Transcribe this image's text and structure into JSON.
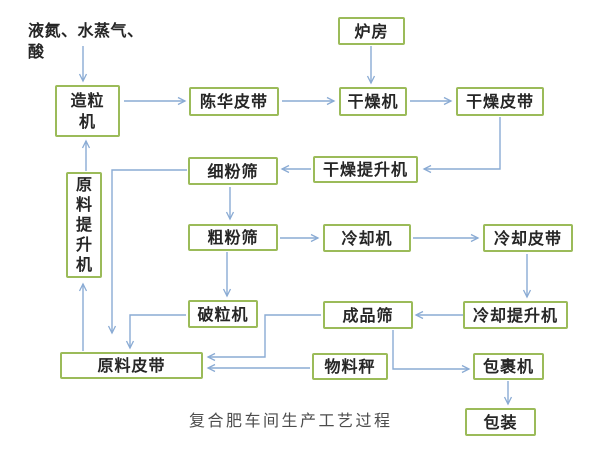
{
  "diagram": {
    "caption": "复合肥车间生产工艺过程",
    "input_label": "液氮、水蒸气、酸",
    "nodes": {
      "furnace": "炉房",
      "granulator": "造粒机",
      "aging_belt": "陈华皮带",
      "dryer": "干燥机",
      "drying_belt": "干燥皮带",
      "fine_sieve": "细粉筛",
      "drying_elevator": "干燥提升机",
      "coarse_sieve": "粗粉筛",
      "cooler": "冷却机",
      "cooling_belt": "冷却皮带",
      "raw_elevator": "原料提升机",
      "crusher": "破粒机",
      "product_sieve": "成品筛",
      "cooling_elevator": "冷却提升机",
      "raw_belt": "原料皮带",
      "material_scale": "物料秤",
      "wrapper": "包裹机",
      "packing": "包装"
    },
    "flows": [
      {
        "from": "液氮、水蒸气、酸",
        "to": "造粒机"
      },
      {
        "from": "造粒机",
        "to": "陈华皮带"
      },
      {
        "from": "陈华皮带",
        "to": "干燥机"
      },
      {
        "from": "炉房",
        "to": "干燥机"
      },
      {
        "from": "干燥机",
        "to": "干燥皮带"
      },
      {
        "from": "干燥皮带",
        "to": "干燥提升机"
      },
      {
        "from": "干燥提升机",
        "to": "细粉筛"
      },
      {
        "from": "细粉筛",
        "to": "粗粉筛"
      },
      {
        "from": "细粉筛",
        "to": "原料皮带"
      },
      {
        "from": "粗粉筛",
        "to": "冷却机"
      },
      {
        "from": "冷却机",
        "to": "冷却皮带"
      },
      {
        "from": "冷却皮带",
        "to": "冷却提升机"
      },
      {
        "from": "冷却提升机",
        "to": "成品筛"
      },
      {
        "from": "粗粉筛",
        "to": "破粒机"
      },
      {
        "from": "破粒机",
        "to": "原料皮带"
      },
      {
        "from": "成品筛",
        "to": "原料皮带"
      },
      {
        "from": "物料秤",
        "to": "原料皮带"
      },
      {
        "from": "成品筛",
        "to": "包裹机"
      },
      {
        "from": "包裹机",
        "to": "包装"
      },
      {
        "from": "原料皮带",
        "to": "原料提升机"
      },
      {
        "from": "原料提升机",
        "to": "造粒机"
      }
    ],
    "colors": {
      "box_border": "#9BBB59",
      "connector": "#8AABD4",
      "label_text": "#262626",
      "caption_text": "#4D4D4D",
      "background": "#FFFFFF"
    }
  }
}
